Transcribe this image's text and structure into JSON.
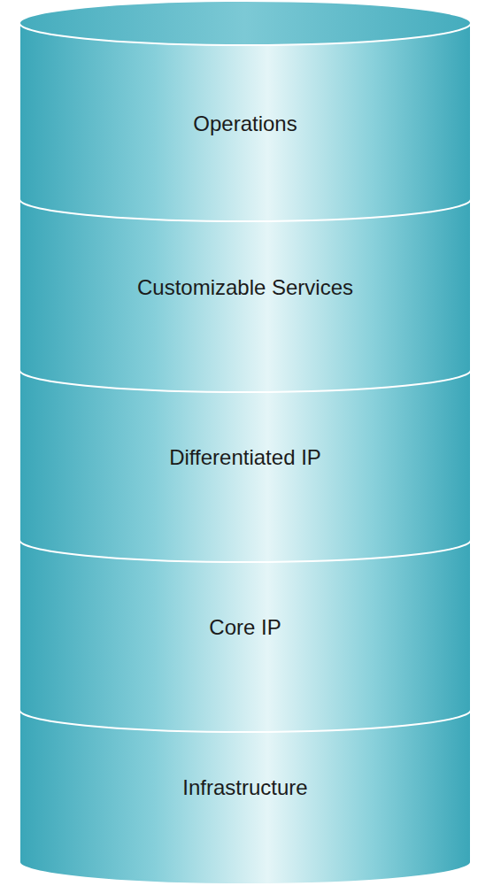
{
  "diagram": {
    "nodes": [
      {
        "text": [
          "Operations"
        ]
      },
      {
        "text": [
          "Customizable Services"
        ]
      },
      {
        "text": [
          "Differentiated IP"
        ]
      },
      {
        "text": [
          "Core IP"
        ]
      },
      {
        "text": [
          "Infrastructure"
        ]
      }
    ]
  }
}
